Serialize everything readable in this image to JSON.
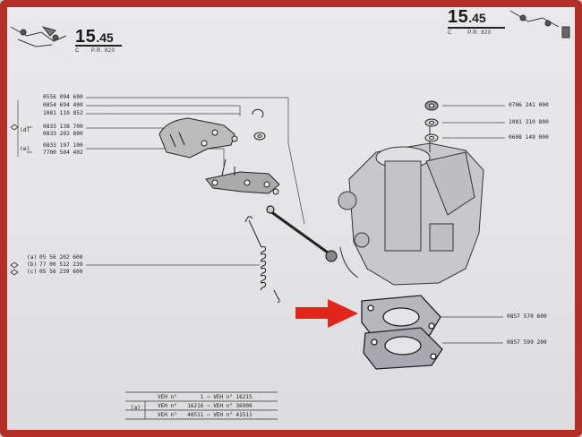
{
  "header_left": {
    "page_major": "15",
    "page_minor": ".45",
    "sub_left": "C",
    "sub_right": "P.R. 820"
  },
  "header_right": {
    "page_major": "15",
    "page_minor": ".45",
    "sub_left": "C",
    "sub_right": "P.R. 820"
  },
  "left_parts": [
    {
      "ref": "0556 094 600"
    },
    {
      "ref": "0854 694 400"
    },
    {
      "ref": "1081 110 852"
    },
    {
      "mark": "(d)",
      "ref": "0833 138 700",
      "ref2": "0833 202 800"
    },
    {
      "mark": "(e)",
      "ref": "0833 197 100",
      "ref2": "7700 504 402"
    }
  ],
  "left_group": [
    {
      "mark": "(a)",
      "ref": "05 56 202 600"
    },
    {
      "mark": "(b)",
      "ref": "77 00 512 239"
    },
    {
      "mark": "(c)",
      "ref": "05 56 239 600"
    }
  ],
  "right_parts": [
    {
      "ref": "0706 241 000"
    },
    {
      "ref": "1081 310 800"
    },
    {
      "ref": "0608 149 000"
    },
    {
      "ref": "0857 570 600"
    },
    {
      "ref": "0857 599 200"
    }
  ],
  "vehicle_table": {
    "mark": "(a)",
    "rows": [
      {
        "from_label": "VEH n°",
        "from": "1",
        "to_label": "VEH n°",
        "to": "16215"
      },
      {
        "from_label": "VEH n°",
        "from": "16216",
        "to_label": "VEH n°",
        "to": "36909"
      },
      {
        "from_label": "VEH n°",
        "from": "40511",
        "to_label": "VEH n°",
        "to": "41511"
      }
    ]
  },
  "colors": {
    "border": "#b12f24",
    "arrow": "#e3261c",
    "ink": "#222222"
  }
}
